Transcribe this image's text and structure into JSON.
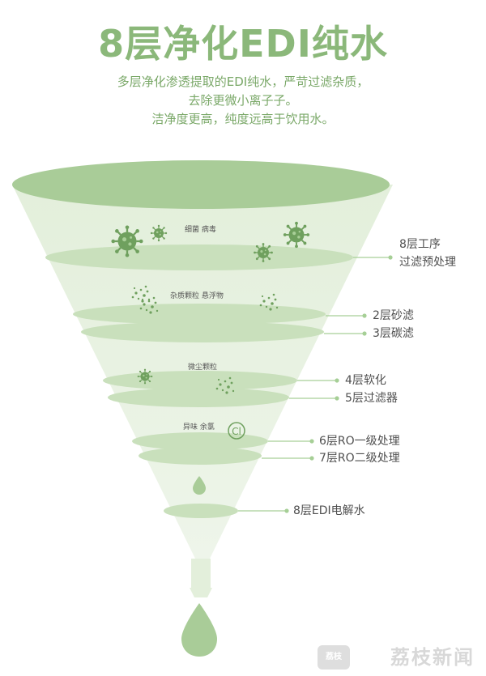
{
  "header": {
    "title": "8层净化EDI纯水",
    "line1": "多层净化渗透提取的EDI纯水，严苛过滤杂质，",
    "line2": "去除更微小离子子。",
    "line3": "洁净度更高，纯度远高于饮用水。"
  },
  "inner_labels": {
    "bacteria": "细菌 病毒",
    "impurities": "杂质颗粒 悬浮物",
    "dust": "微尘颗粒",
    "odor": "异味 余氯",
    "cl_symbol": "Cl"
  },
  "stages": {
    "stage1_line1": "8层工序",
    "stage1_line2": "过滤预处理",
    "stage2": "2层砂滤",
    "stage3": "3层碳滤",
    "stage4": "4层软化",
    "stage5": "5层过滤器",
    "stage6": "6层RO一级处理",
    "stage7": "7层RO二级处理",
    "stage8": "8层EDI电解水"
  },
  "watermark": {
    "logo_text": "荔枝",
    "brand": "荔枝新闻"
  },
  "colors": {
    "title": "#8bb87a",
    "funnel_top": "#a9cc98",
    "layer": "#b9d8aa",
    "germ": "#6fa05e",
    "line": "#a6cf96"
  }
}
